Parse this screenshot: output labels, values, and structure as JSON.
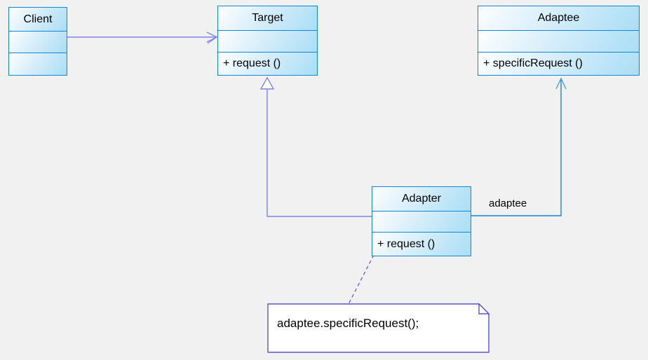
{
  "diagram": {
    "classes": {
      "client": {
        "name": "Client"
      },
      "target": {
        "name": "Target",
        "methods": "+  request ()"
      },
      "adaptee": {
        "name": "Adaptee",
        "methods": "+  specificRequest ()"
      },
      "adapter": {
        "name": "Adapter",
        "methods": "+  request ()"
      }
    },
    "relationships": {
      "client_target": {
        "type": "association",
        "from": "Client",
        "to": "Target"
      },
      "adapter_target": {
        "type": "generalization",
        "from": "Adapter",
        "to": "Target"
      },
      "adapter_adaptee": {
        "type": "association",
        "from": "Adapter",
        "to": "Adaptee",
        "label": "adaptee"
      }
    },
    "note": {
      "text": "adaptee.specificRequest();"
    },
    "colors": {
      "canvas_background": "#f1f1f1",
      "class_border": "#1385d6",
      "class_fill_light": "#fdfeff",
      "class_fill_dark": "#a9def5",
      "association_purple": "#8181e8",
      "association_blue": "#1385d6",
      "note_border": "#5b54cf",
      "text": "#000000"
    }
  }
}
